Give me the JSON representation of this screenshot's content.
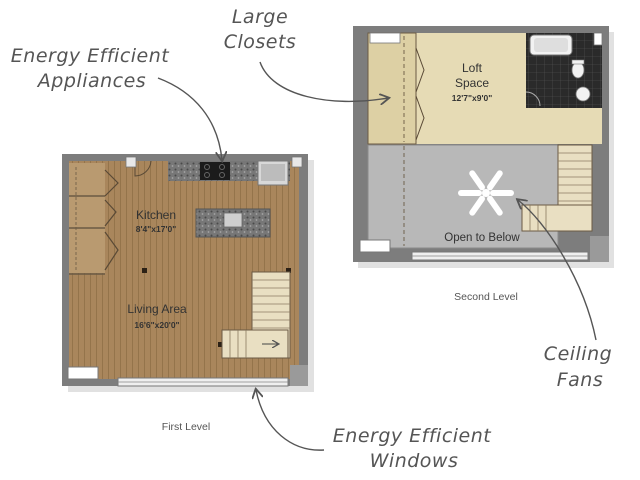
{
  "callouts": {
    "appliances": [
      "Energy Efficient",
      "Appliances"
    ],
    "closets": [
      "Large",
      "Closets"
    ],
    "fans": [
      "Ceiling",
      "Fans"
    ],
    "windows": [
      "Energy Efficient",
      "Windows"
    ]
  },
  "first_level": {
    "caption": "First Level",
    "kitchen": {
      "name": "Kitchen",
      "dims": "8'4\"x17'0\""
    },
    "living": {
      "name": "Living Area",
      "dims": "16'6\"x20'0\""
    }
  },
  "second_level": {
    "caption": "Second Level",
    "loft": {
      "name_line1": "Loft",
      "name_line2": "Space",
      "dims": "12'7\"x9'0\""
    },
    "open_below": "Open to Below"
  },
  "colors": {
    "wood": "#a9865c",
    "wall": "#7d7d7d",
    "carpet": "#e6dbb5",
    "tile_floor": "#b8b8b8",
    "counter": "#6e6e6e",
    "ink": "#555555"
  }
}
